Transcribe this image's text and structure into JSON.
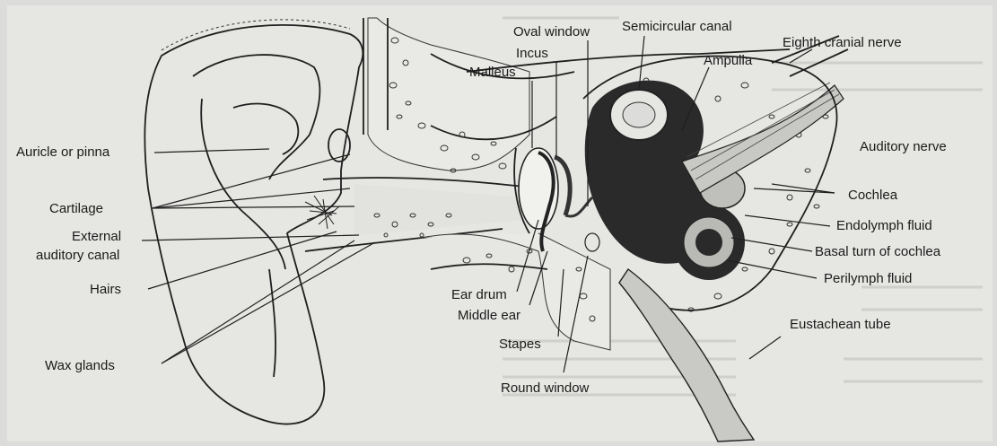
{
  "diagram": {
    "labels": {
      "auricle": "Auricle or pinna",
      "cartilage": "Cartilage",
      "external_canal_line1": "External",
      "external_canal_line2": "auditory canal",
      "hairs": "Hairs",
      "wax_glands": "Wax glands",
      "malleus": "Malleus",
      "incus": "Incus",
      "oval_window": "Oval window",
      "semicircular_canal": "Semicircular canal",
      "ampulla": "Ampulla",
      "eighth_cranial_nerve": "Eighth cranial nerve",
      "auditory_nerve": "Auditory nerve",
      "cochlea": "Cochlea",
      "endolymph_fluid": "Endolymph fluid",
      "basal_turn": "Basal turn of cochlea",
      "perilymph_fluid": "Perilymph fluid",
      "ear_drum": "Ear drum",
      "middle_ear": "Middle ear",
      "stapes": "Stapes",
      "round_window": "Round window",
      "eustachean_tube": "Eustachean tube"
    }
  }
}
